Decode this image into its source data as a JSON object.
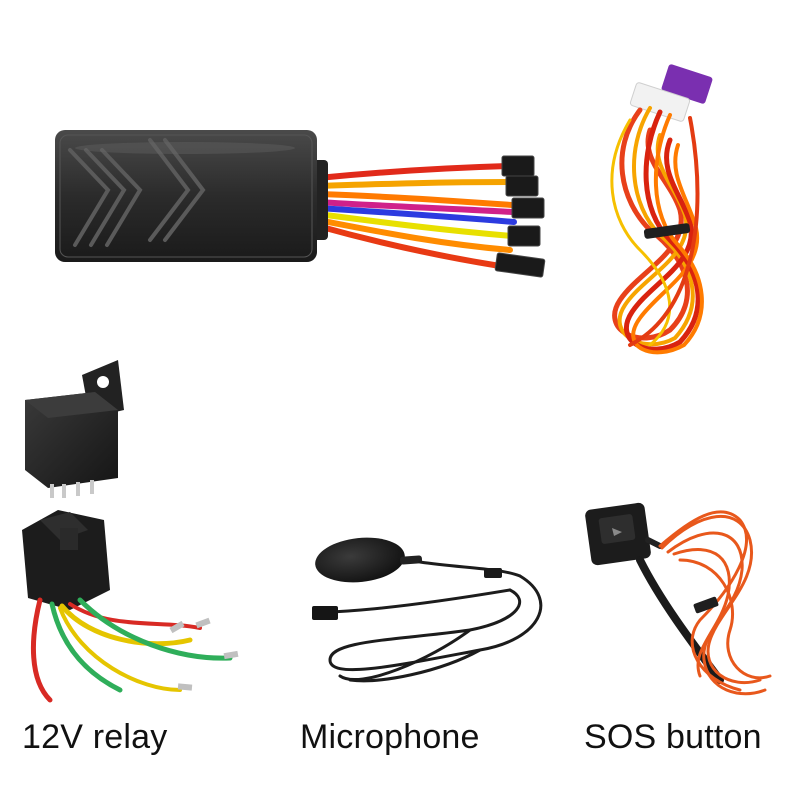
{
  "labels": {
    "relay": "12V relay",
    "microphone": "Microphone",
    "sos": "SOS button"
  }
}
